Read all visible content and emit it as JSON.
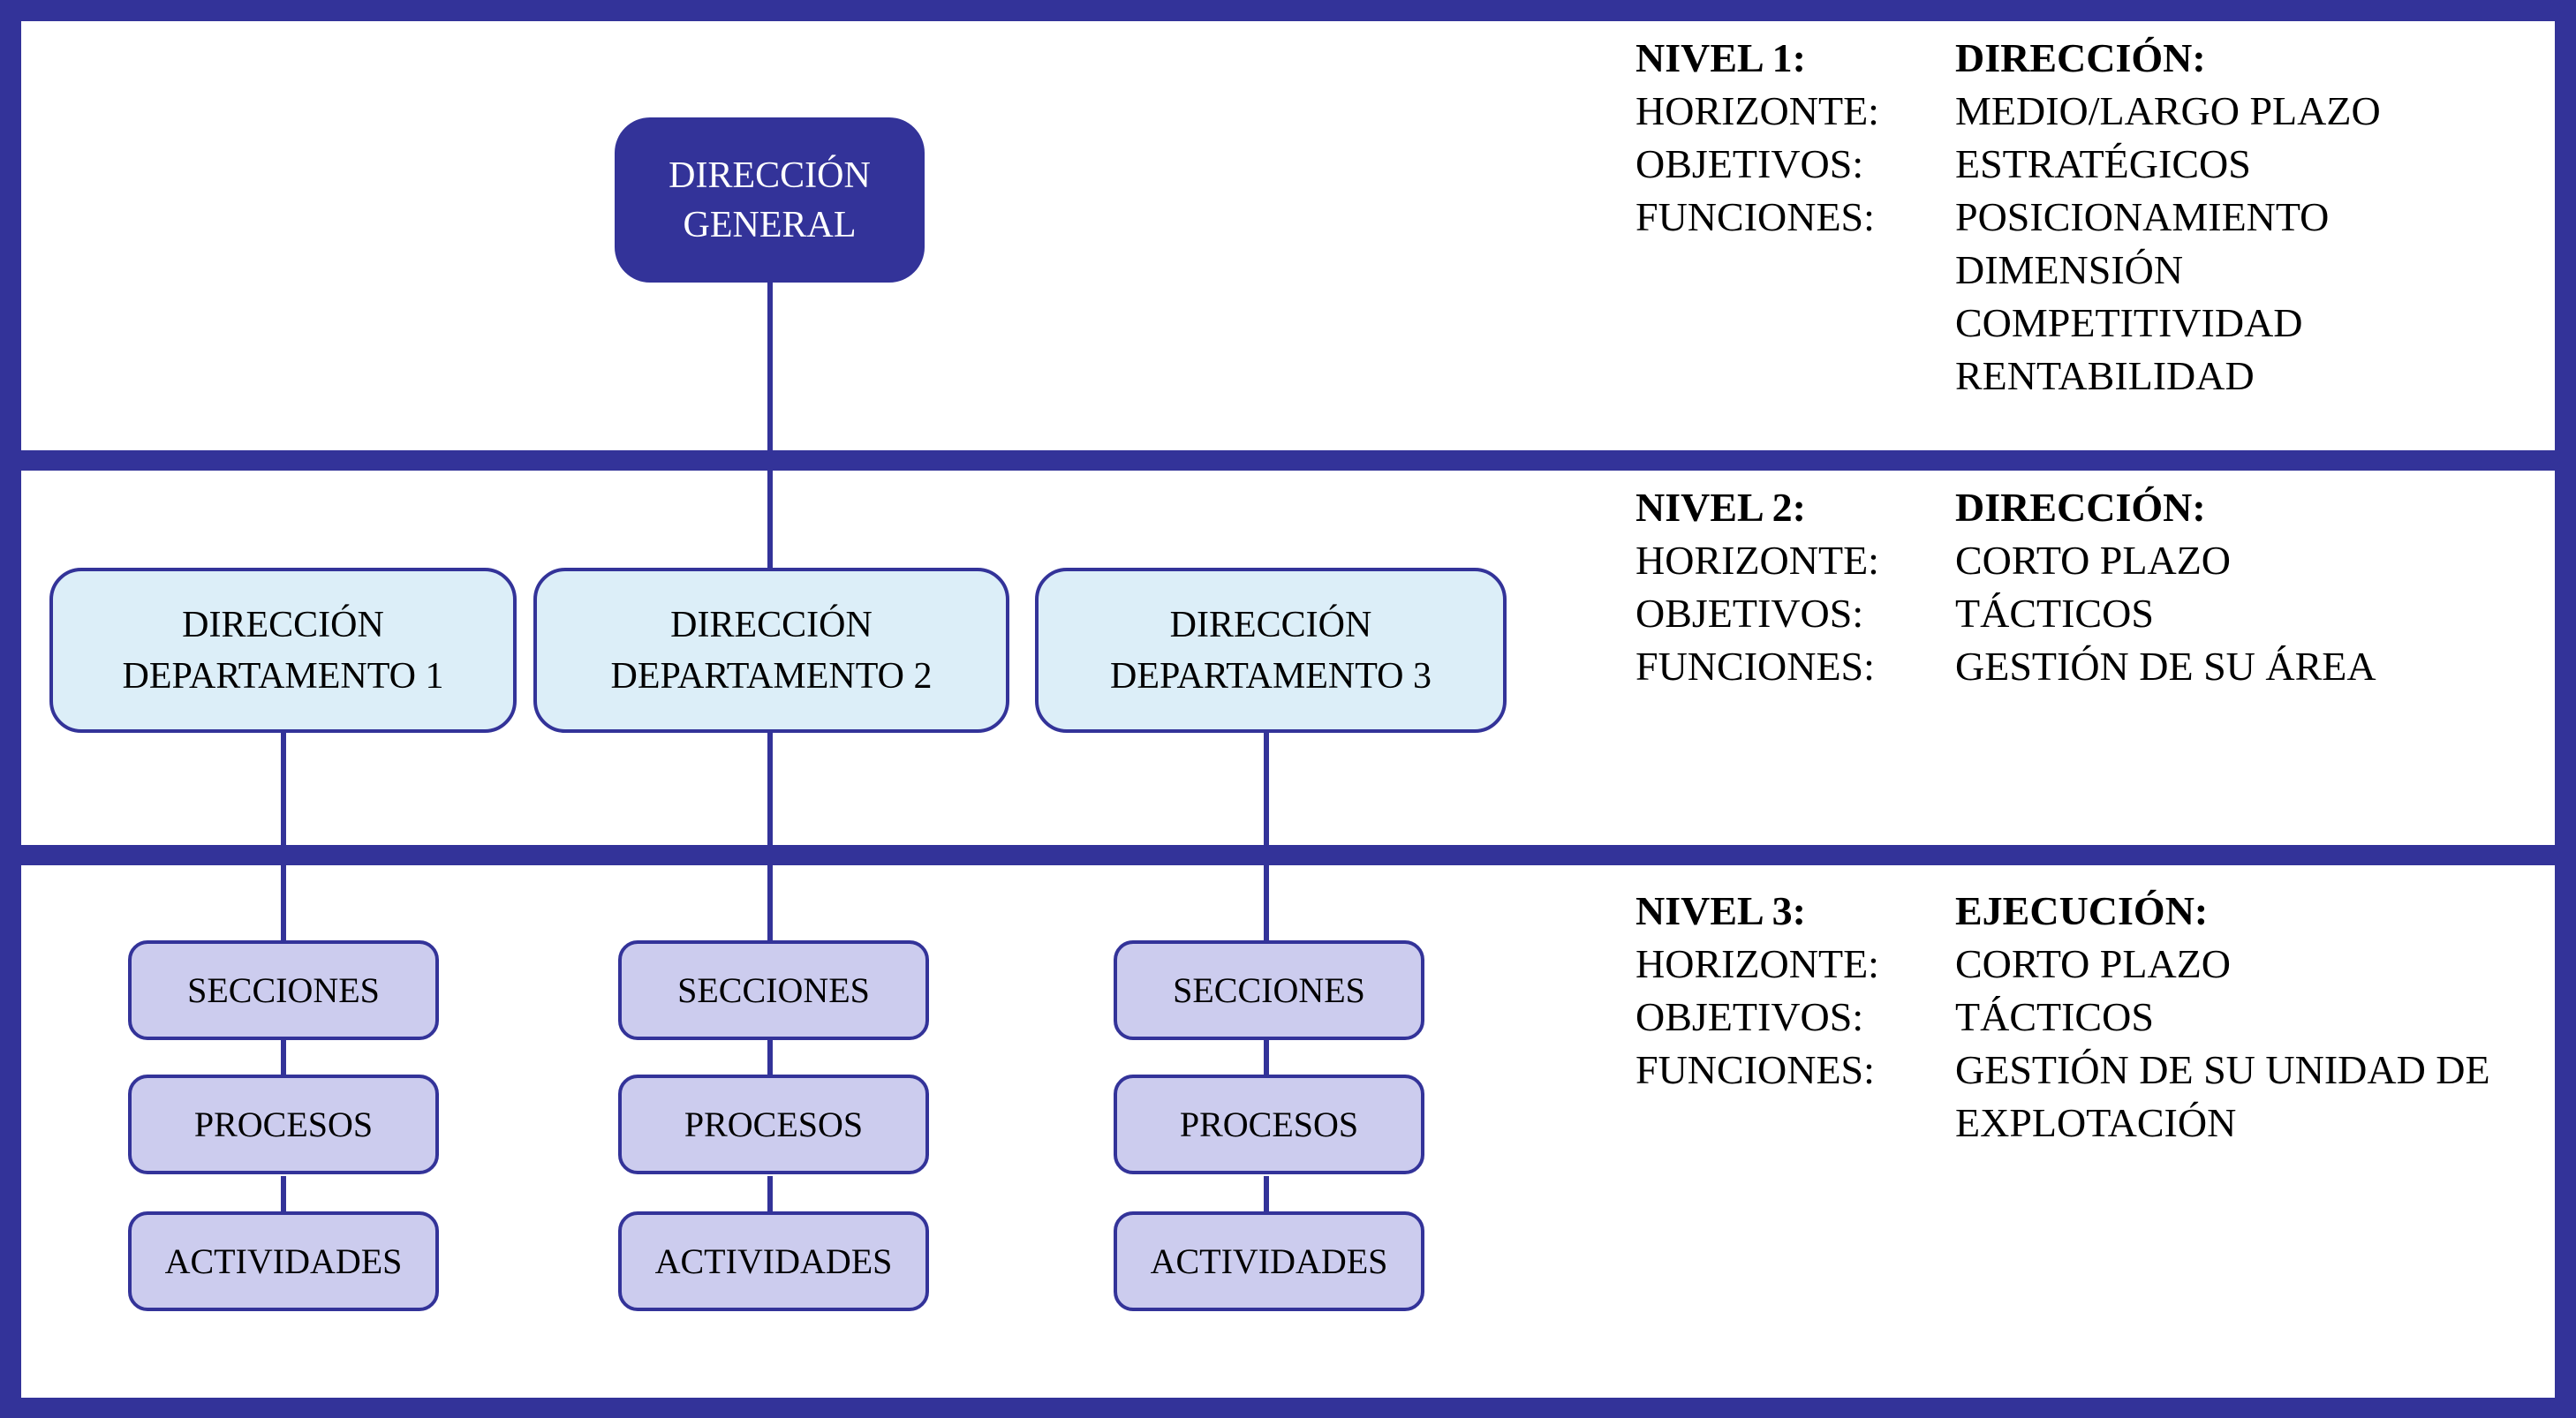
{
  "colors": {
    "accent_dark_blue": "#333399",
    "department_fill": "#dceef8",
    "unit_fill": "#ccccee",
    "panel_background": "#ffffff",
    "general_text": "#ffffff",
    "body_text": "#000000"
  },
  "org": {
    "general": {
      "line1": "DIRECCIÓN",
      "line2": "GENERAL"
    },
    "departments": [
      {
        "line1": "DIRECCIÓN",
        "line2": "DEPARTAMENTO 1"
      },
      {
        "line1": "DIRECCIÓN",
        "line2": "DEPARTAMENTO 2"
      },
      {
        "line1": "DIRECCIÓN",
        "line2": "DEPARTAMENTO 3"
      }
    ],
    "unit_labels": [
      "SECCIONES",
      "PROCESOS",
      "ACTIVIDADES"
    ]
  },
  "levels": [
    {
      "rows": [
        {
          "label": "NIVEL 1:",
          "value": "DIRECCIÓN:"
        },
        {
          "label": "HORIZONTE:",
          "value": "MEDIO/LARGO PLAZO"
        },
        {
          "label": "OBJETIVOS:",
          "value": "ESTRATÉGICOS"
        },
        {
          "label": "FUNCIONES:",
          "value": "POSICIONAMIENTO"
        },
        {
          "label": "",
          "value": "DIMENSIÓN"
        },
        {
          "label": "",
          "value": "COMPETITIVIDAD"
        },
        {
          "label": "",
          "value": "RENTABILIDAD"
        }
      ]
    },
    {
      "rows": [
        {
          "label": "NIVEL 2:",
          "value": "DIRECCIÓN:"
        },
        {
          "label": "HORIZONTE:",
          "value": "CORTO PLAZO"
        },
        {
          "label": "OBJETIVOS:",
          "value": "TÁCTICOS"
        },
        {
          "label": "FUNCIONES:",
          "value": "GESTIÓN DE SU ÁREA"
        }
      ]
    },
    {
      "rows": [
        {
          "label": "NIVEL 3:",
          "value": "EJECUCIÓN:"
        },
        {
          "label": "HORIZONTE:",
          "value": "CORTO PLAZO"
        },
        {
          "label": "OBJETIVOS:",
          "value": "TÁCTICOS"
        },
        {
          "label": "FUNCIONES:",
          "value": "GESTIÓN DE SU UNIDAD DE"
        },
        {
          "label": "",
          "value": "EXPLOTACIÓN"
        }
      ]
    }
  ]
}
